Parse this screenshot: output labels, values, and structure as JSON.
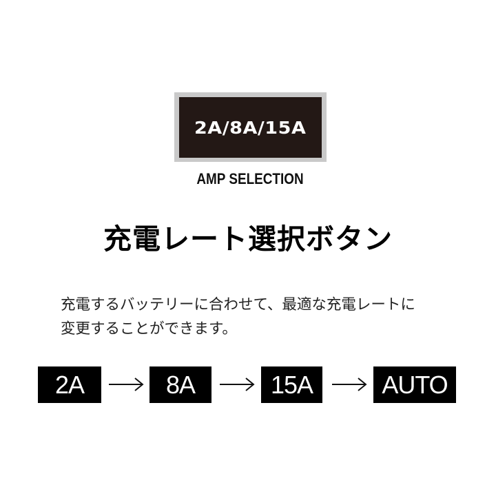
{
  "badge": {
    "label": "2A/8A/15A",
    "frame_color": "#c9c9c9",
    "fill_color": "#231815"
  },
  "amp_selection_label": "AMP SELECTION",
  "title": "充電レート選択ボタン",
  "description": {
    "line1": "充電するバッテリーに合わせて、最適な充電レートに",
    "line2": "変更することができます。"
  },
  "flow": {
    "steps": [
      {
        "label": "2A"
      },
      {
        "label": "8A"
      },
      {
        "label": "15A"
      },
      {
        "label": "AUTO"
      }
    ],
    "arrow_icon": "right-arrow-icon"
  }
}
